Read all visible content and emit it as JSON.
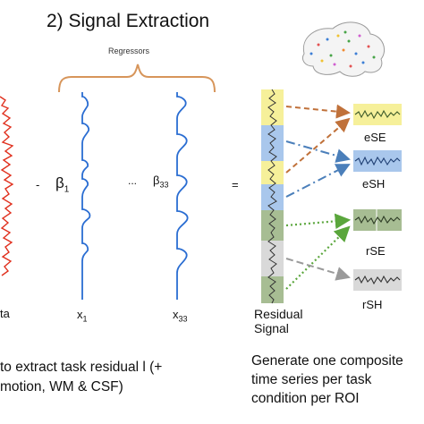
{
  "title": "2) Signal Extraction",
  "regressors_label": "Regressors",
  "beta1": "β",
  "beta1_sub": "1",
  "dots": "...",
  "beta33": "β",
  "beta33_sub": "33",
  "minus": "-",
  "equals": "=",
  "data_label": "ta",
  "x1": "x",
  "x1_sub": "1",
  "x33": "x",
  "x33_sub": "33",
  "residual_label": "Residual Signal",
  "conditions": {
    "ese": "eSE",
    "esh": "eSH",
    "rse": "rSE",
    "rsh": "rSH"
  },
  "left_caption": "to extract task residual l (+ motion, WM & CSF)",
  "right_caption": "Generate one composite time series per task condition per ROI",
  "colors": {
    "yellow": "#f6f09a",
    "blue": "#a9c7ec",
    "green": "#a7bd93",
    "gray": "#d9d9d9",
    "arrow_orange": "#c0713a",
    "arrow_blue": "#4b7fba",
    "arrow_green": "#5aa63c",
    "arrow_gray": "#9a9a9a",
    "bracket": "#d7955a",
    "regressor_line": "#2a6dd2",
    "data_line": "#e0301e"
  }
}
